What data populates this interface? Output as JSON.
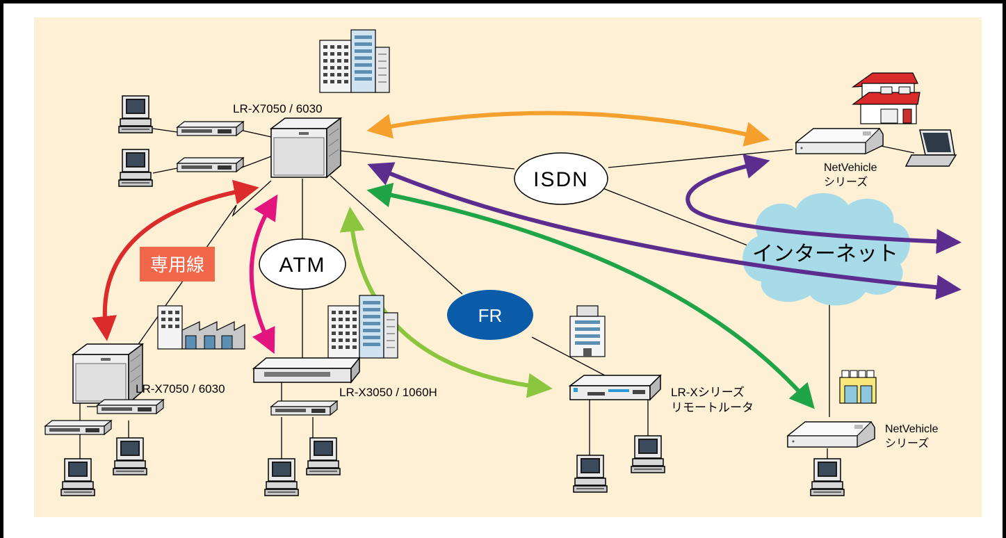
{
  "nodes": {
    "hq_router_label": "LR-X7050 / 6030",
    "branch_router_label": "LR-X7050 / 6030",
    "atm_router_label": "LR-X3050 / 1060H",
    "remote_router_label_1": "LR-Xシリーズ",
    "remote_router_label_2": "リモートルータ",
    "nv_top_label_1": "NetVehicle",
    "nv_top_label_2": "シリーズ",
    "nv_bottom_label_1": "NetVehicle",
    "nv_bottom_label_2": "シリーズ"
  },
  "networks": {
    "isdn": "ISDN",
    "atm": "ATM",
    "fr": "FR",
    "internet": "インターネット",
    "leased_line": "専用線"
  },
  "colors": {
    "background": "#fdf0d5",
    "orange_arrow": "#f5a02c",
    "purple_arrow": "#5b2d8e",
    "green_arrow": "#1fa447",
    "lightgreen_arrow": "#8cc63f",
    "magenta_arrow": "#e4147e",
    "red_arrow": "#dc2b2b",
    "leased_box": "#f26649",
    "fr_ellipse": "#0a5ba8",
    "cloud": "#a8dbe8"
  }
}
